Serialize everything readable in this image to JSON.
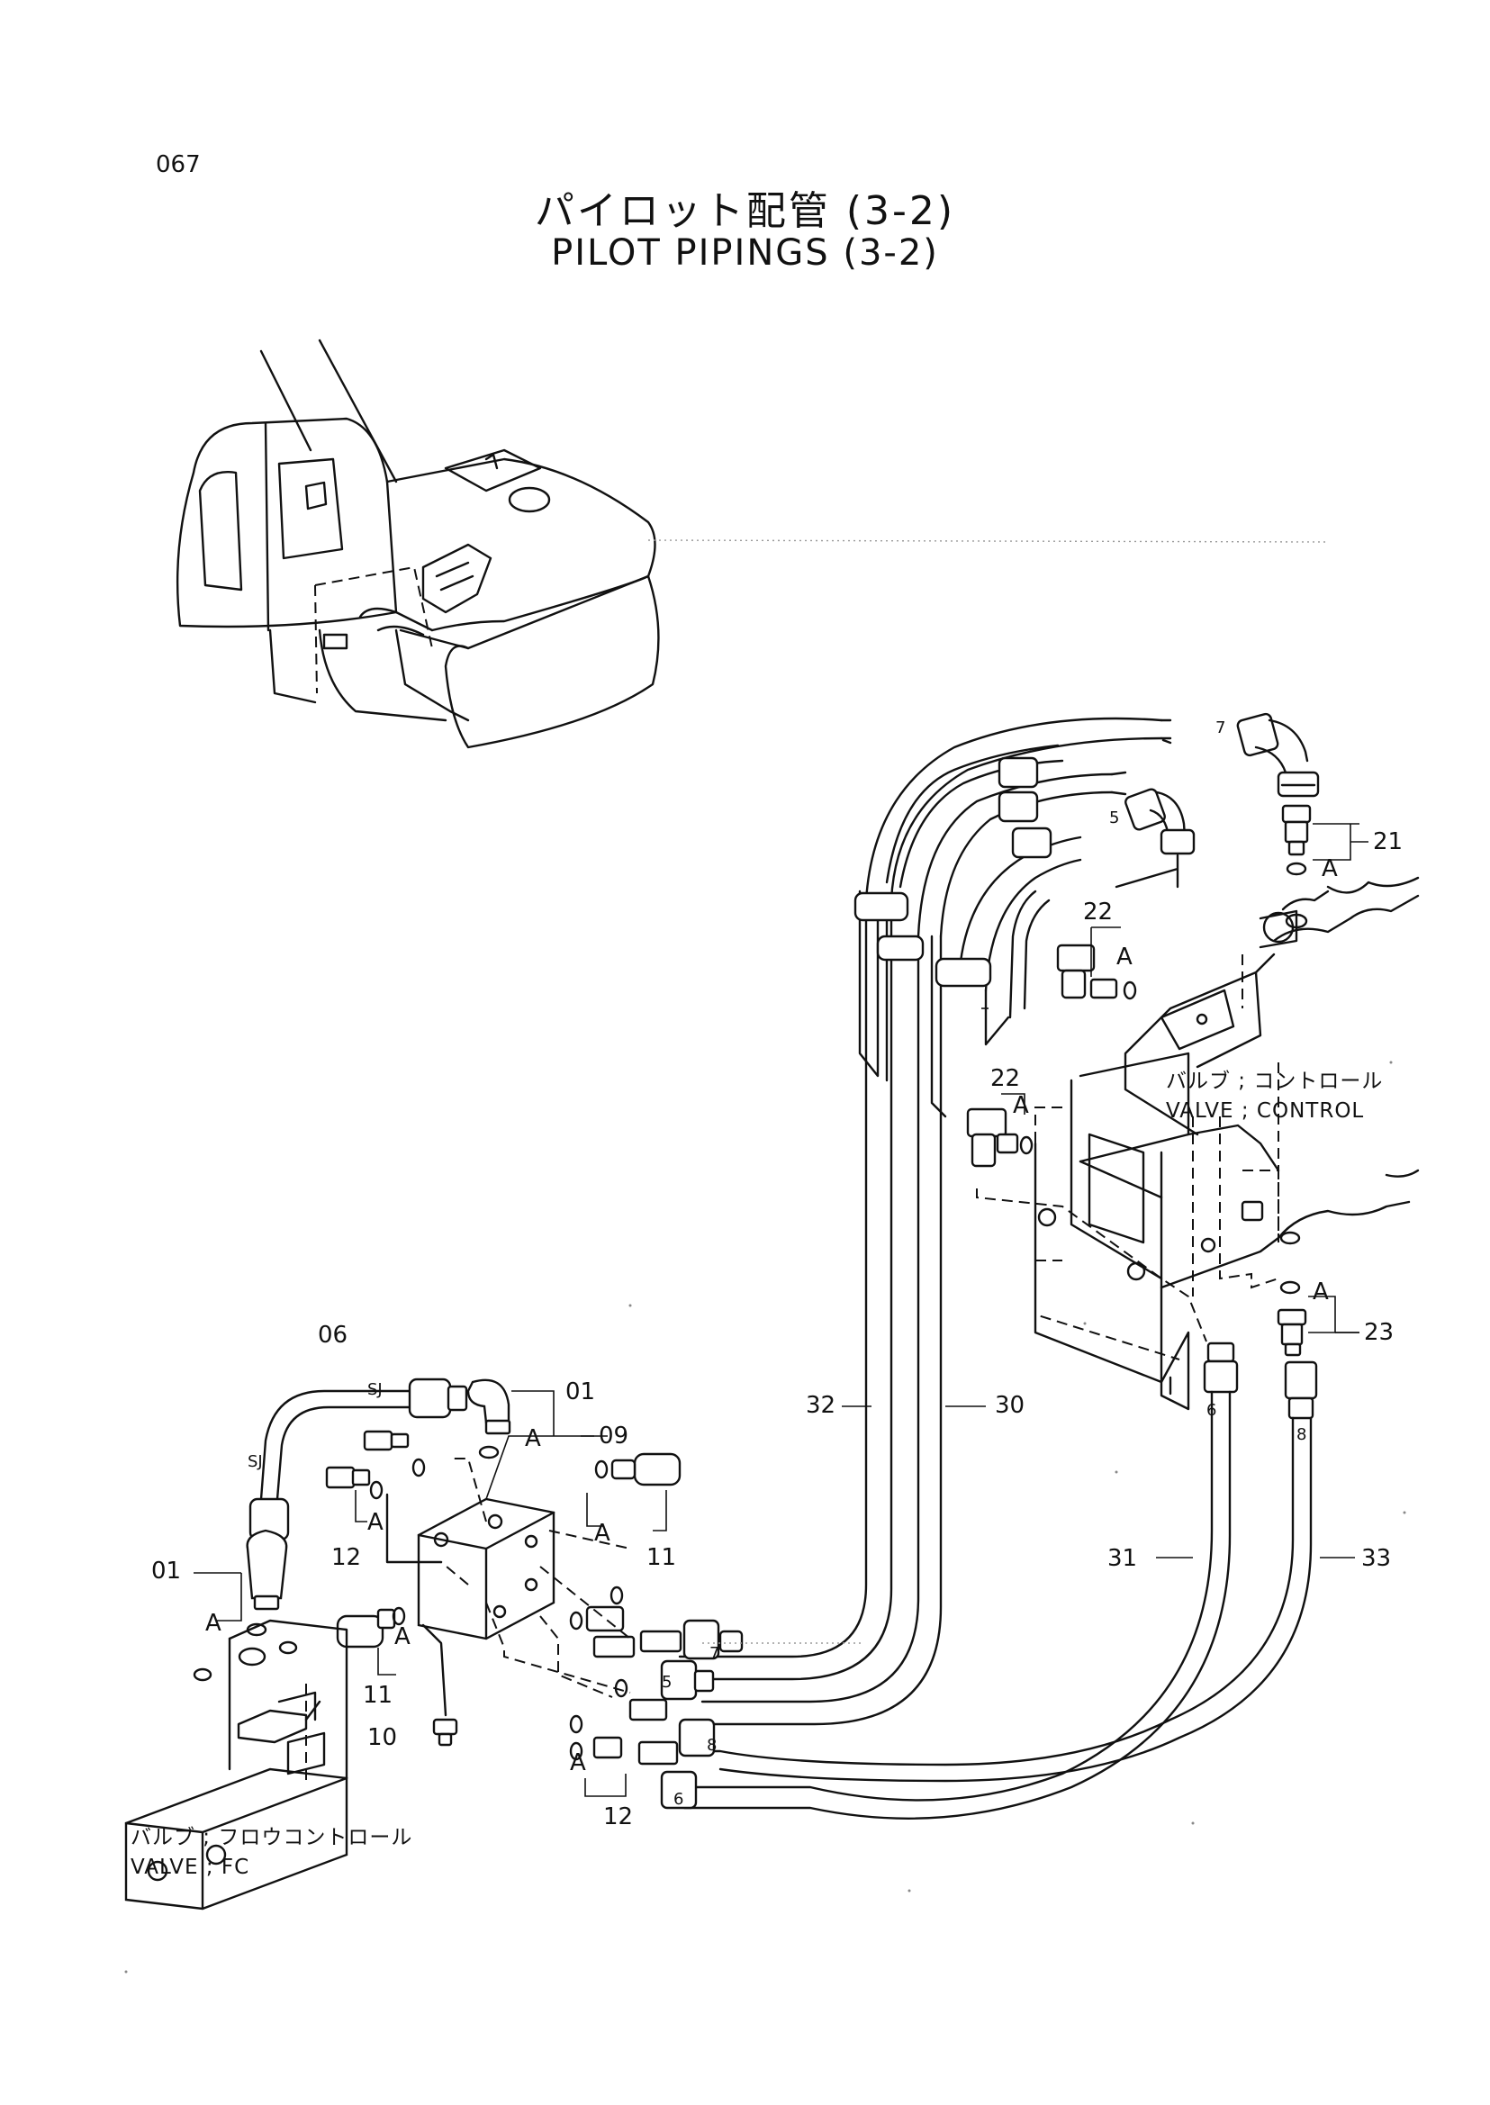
{
  "header": {
    "page_number": "067",
    "title_jp": "パイロット配管 (3-2)",
    "title_en": "PILOT PIPINGS (3-2)"
  },
  "parts": {
    "p01a": "01",
    "p01b": "01",
    "p05": "5",
    "p05b": "5",
    "p06": "06",
    "p06b": "6",
    "p06c": "6",
    "p07": "7",
    "p07b": "7",
    "p08": "8",
    "p08b": "8",
    "p09": "09",
    "p10": "10",
    "p11a": "11",
    "p11b": "11",
    "p12a": "12",
    "p12b": "12",
    "p21": "21",
    "p22a": "22",
    "p22b": "22",
    "p23": "23",
    "p30": "30",
    "p31": "31",
    "p32": "32",
    "p33": "33"
  },
  "markers": {
    "a": "A",
    "sj": "SJ"
  },
  "callouts": {
    "control_valve_jp": "バルブ ; コントロール",
    "control_valve_en": "VALVE ; CONTROL",
    "fc_valve_jp": "バルブ ; フロウコントロール",
    "fc_valve_en": "VALVE ; FC"
  }
}
